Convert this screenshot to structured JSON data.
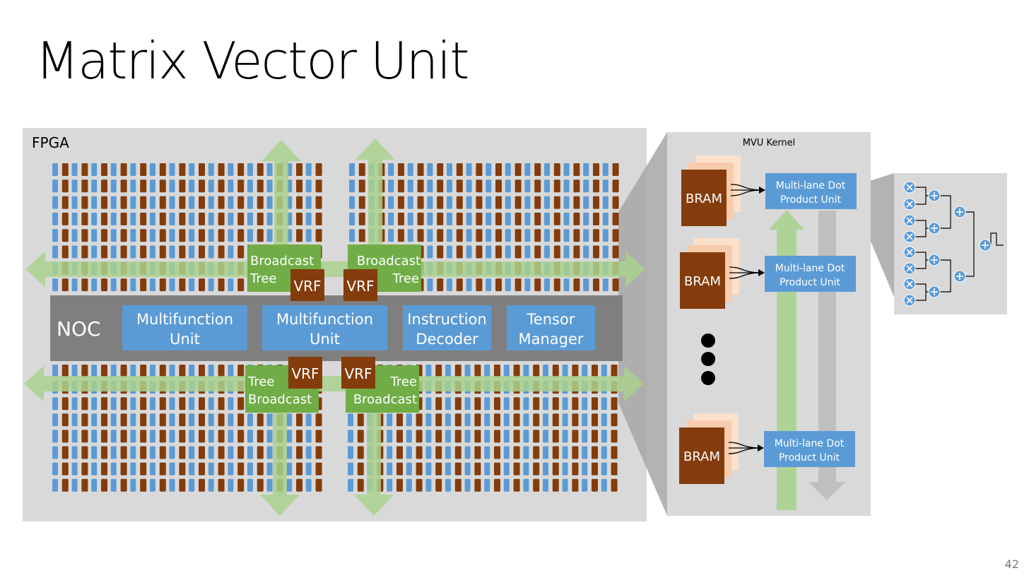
{
  "slide": {
    "title": "Matrix Vector Unit",
    "page_number": "42"
  },
  "fpga": {
    "label": "FPGA",
    "noc_label": "NOC",
    "units": [
      {
        "line1": "Multifunction",
        "line2": "Unit"
      },
      {
        "line1": "Multifunction",
        "line2": "Unit"
      },
      {
        "line1": "Instruction",
        "line2": "Decoder"
      },
      {
        "line1": "Tensor",
        "line2": "Manager"
      }
    ],
    "broadcast_trees": [
      {
        "line1": "Broadcast",
        "line2": "Tree"
      },
      {
        "line1": "Broadcast",
        "line2": "Tree"
      },
      {
        "line1": "Tree",
        "line2": "Broadcast"
      },
      {
        "line1": "Tree",
        "line2": "Broadcast"
      }
    ],
    "vrf_label": "VRF"
  },
  "mvu_kernel": {
    "title": "MVU Kernel",
    "bram_label": "BRAM",
    "dot_product": {
      "line1": "Multi-lane Dot",
      "line2": "Product Unit"
    }
  },
  "colors": {
    "panel": "#d9d9d9",
    "noc": "#7f7f7f",
    "blue": "#5b9bd5",
    "green": "#70ad47",
    "light_green": "#a9d18e",
    "brown": "#843c0c",
    "peach": "#f8cbad",
    "gray_arrow": "#bfbfbf"
  }
}
